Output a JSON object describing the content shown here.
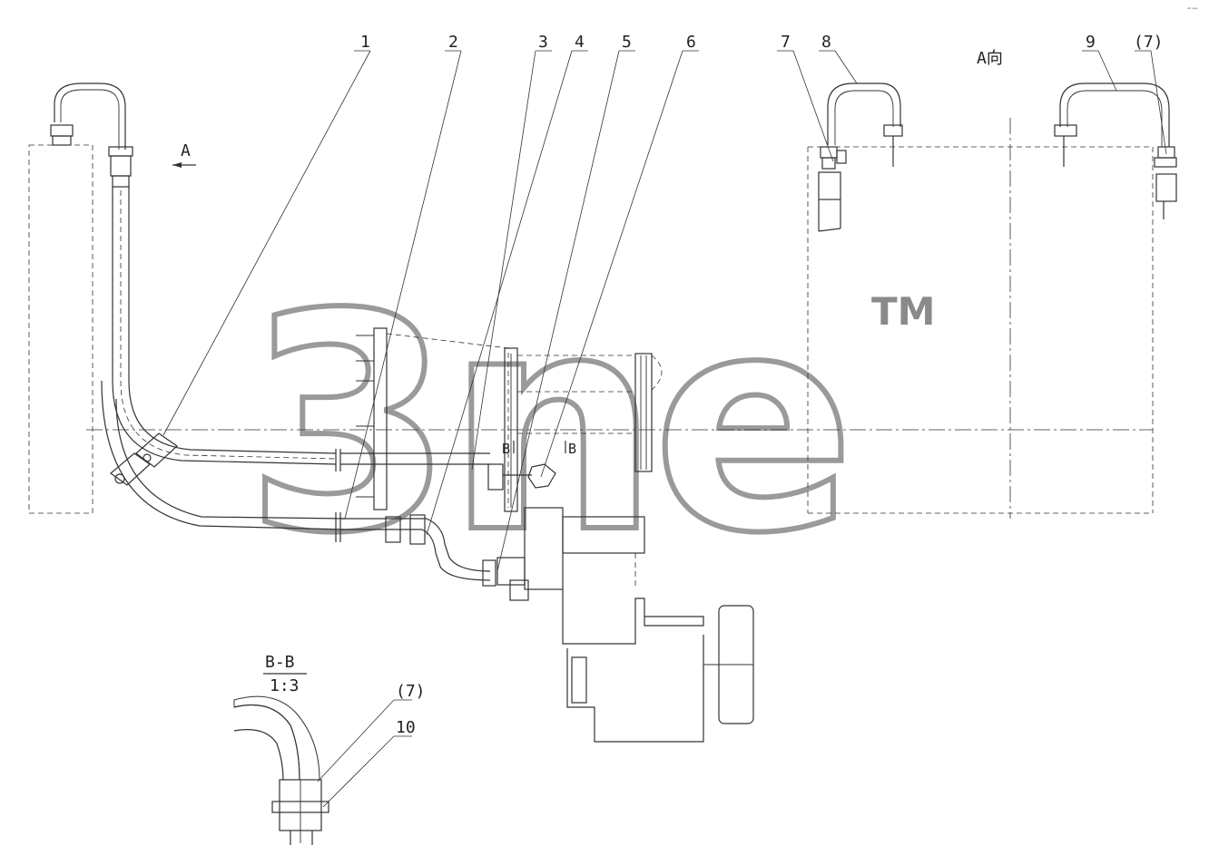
{
  "callouts": {
    "n1": "1",
    "n2": "2",
    "n3": "3",
    "n4": "4",
    "n5": "5",
    "n6": "6",
    "n7": "7",
    "n8": "8",
    "n9": "9",
    "n7b": "(7)",
    "n10": "10",
    "n7c": "(7)"
  },
  "view_labels": {
    "view_a_arrow": "A",
    "view_a_title": "A向",
    "section_b_left": "B",
    "section_b_right": "B",
    "section_title": "B-B",
    "section_scale": "1:3"
  },
  "corner_mark": "ᵃ⁰ ᵃᵃᵃ",
  "watermark": {
    "text": "3ne",
    "trademark": "TM",
    "color": "#9a9a9a"
  }
}
